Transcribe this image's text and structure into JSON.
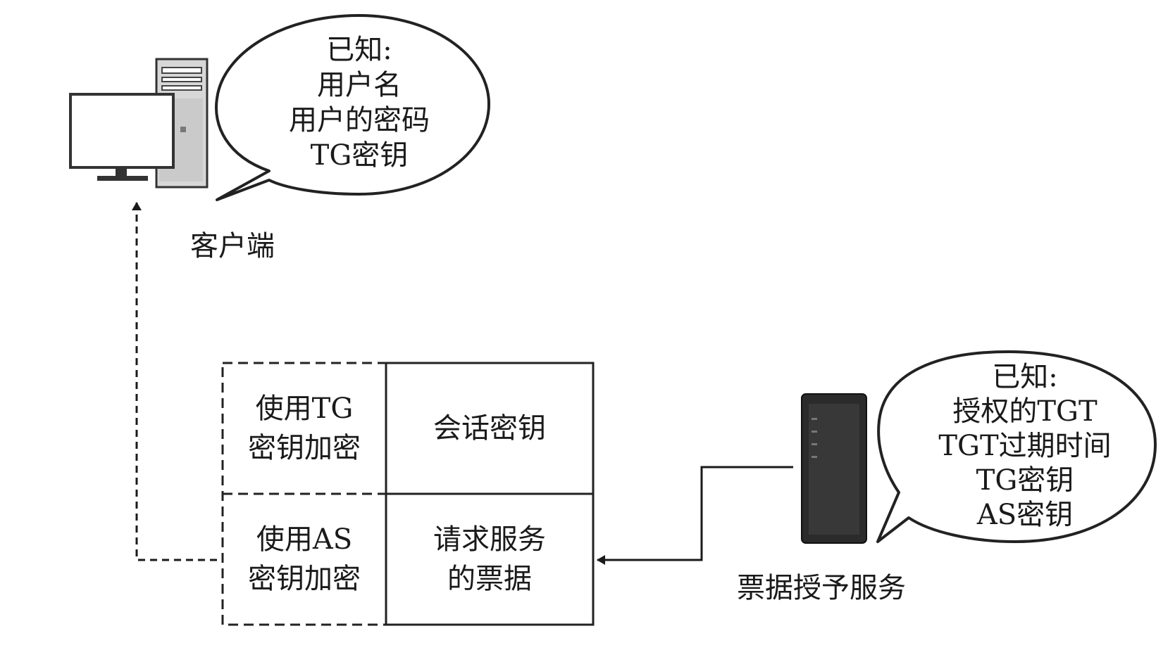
{
  "client": {
    "label": "客户端",
    "bubble_lines": [
      "已知:",
      "用户名",
      "用户的密码",
      "TG密钥"
    ]
  },
  "tgs": {
    "label": "票据授予服务",
    "bubble_lines": [
      "已知:",
      "授权的TGT",
      "TGT过期时间",
      "TG密钥",
      "AS密钥"
    ]
  },
  "message": {
    "row1": {
      "left_lines": [
        "使用TG",
        "密钥加密"
      ],
      "right_lines": [
        "会话密钥"
      ]
    },
    "row2": {
      "left_lines": [
        "使用AS",
        "密钥加密"
      ],
      "right_lines": [
        "请求服务",
        "的票据"
      ]
    }
  }
}
